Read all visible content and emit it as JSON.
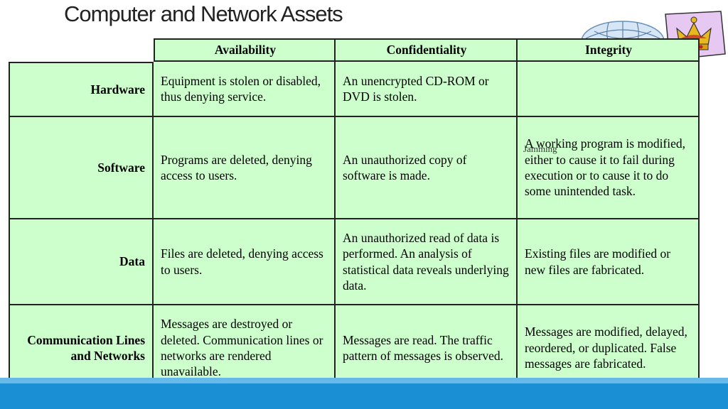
{
  "title": "Computer and Network Assets",
  "table": {
    "columns": [
      "Availability",
      "Confidentiality",
      "Integrity"
    ],
    "rows": [
      {
        "label": "Hardware",
        "availability": "Equipment is stolen or disabled, thus denying service.",
        "confidentiality": "An unencrypted CD-ROM or DVD is stolen.",
        "integrity": ""
      },
      {
        "label": "Software",
        "availability": "Programs are deleted, denying access to users.",
        "confidentiality": "An unauthorized copy of software is made.",
        "integrity": "A working program is modified, either to cause it to fail during execution or to cause it to do some unintended task."
      },
      {
        "label": "Data",
        "availability": "Files are deleted, denying access to users.",
        "confidentiality": "An unauthorized read of data is performed. An analysis of statistical data reveals underlying data.",
        "integrity": "Existing files are modified or new files are fabricated."
      },
      {
        "label": "Communication Lines and Networks",
        "availability": "Messages are destroyed or deleted. Communication lines or networks are rendered unavailable.",
        "confidentiality": "Messages are read. The traffic pattern of messages is observed.",
        "integrity": "Messages are modified, delayed, reordered, or duplicated. False messages are fabricated."
      }
    ],
    "annotation": "Jamming"
  },
  "decorations": {
    "globe_icon": "network-globe-clipart-icon",
    "crown_icon": "crown-clipart-icon",
    "accent_blue": "#1a8fd4",
    "cell_green": "#ccffcc"
  }
}
